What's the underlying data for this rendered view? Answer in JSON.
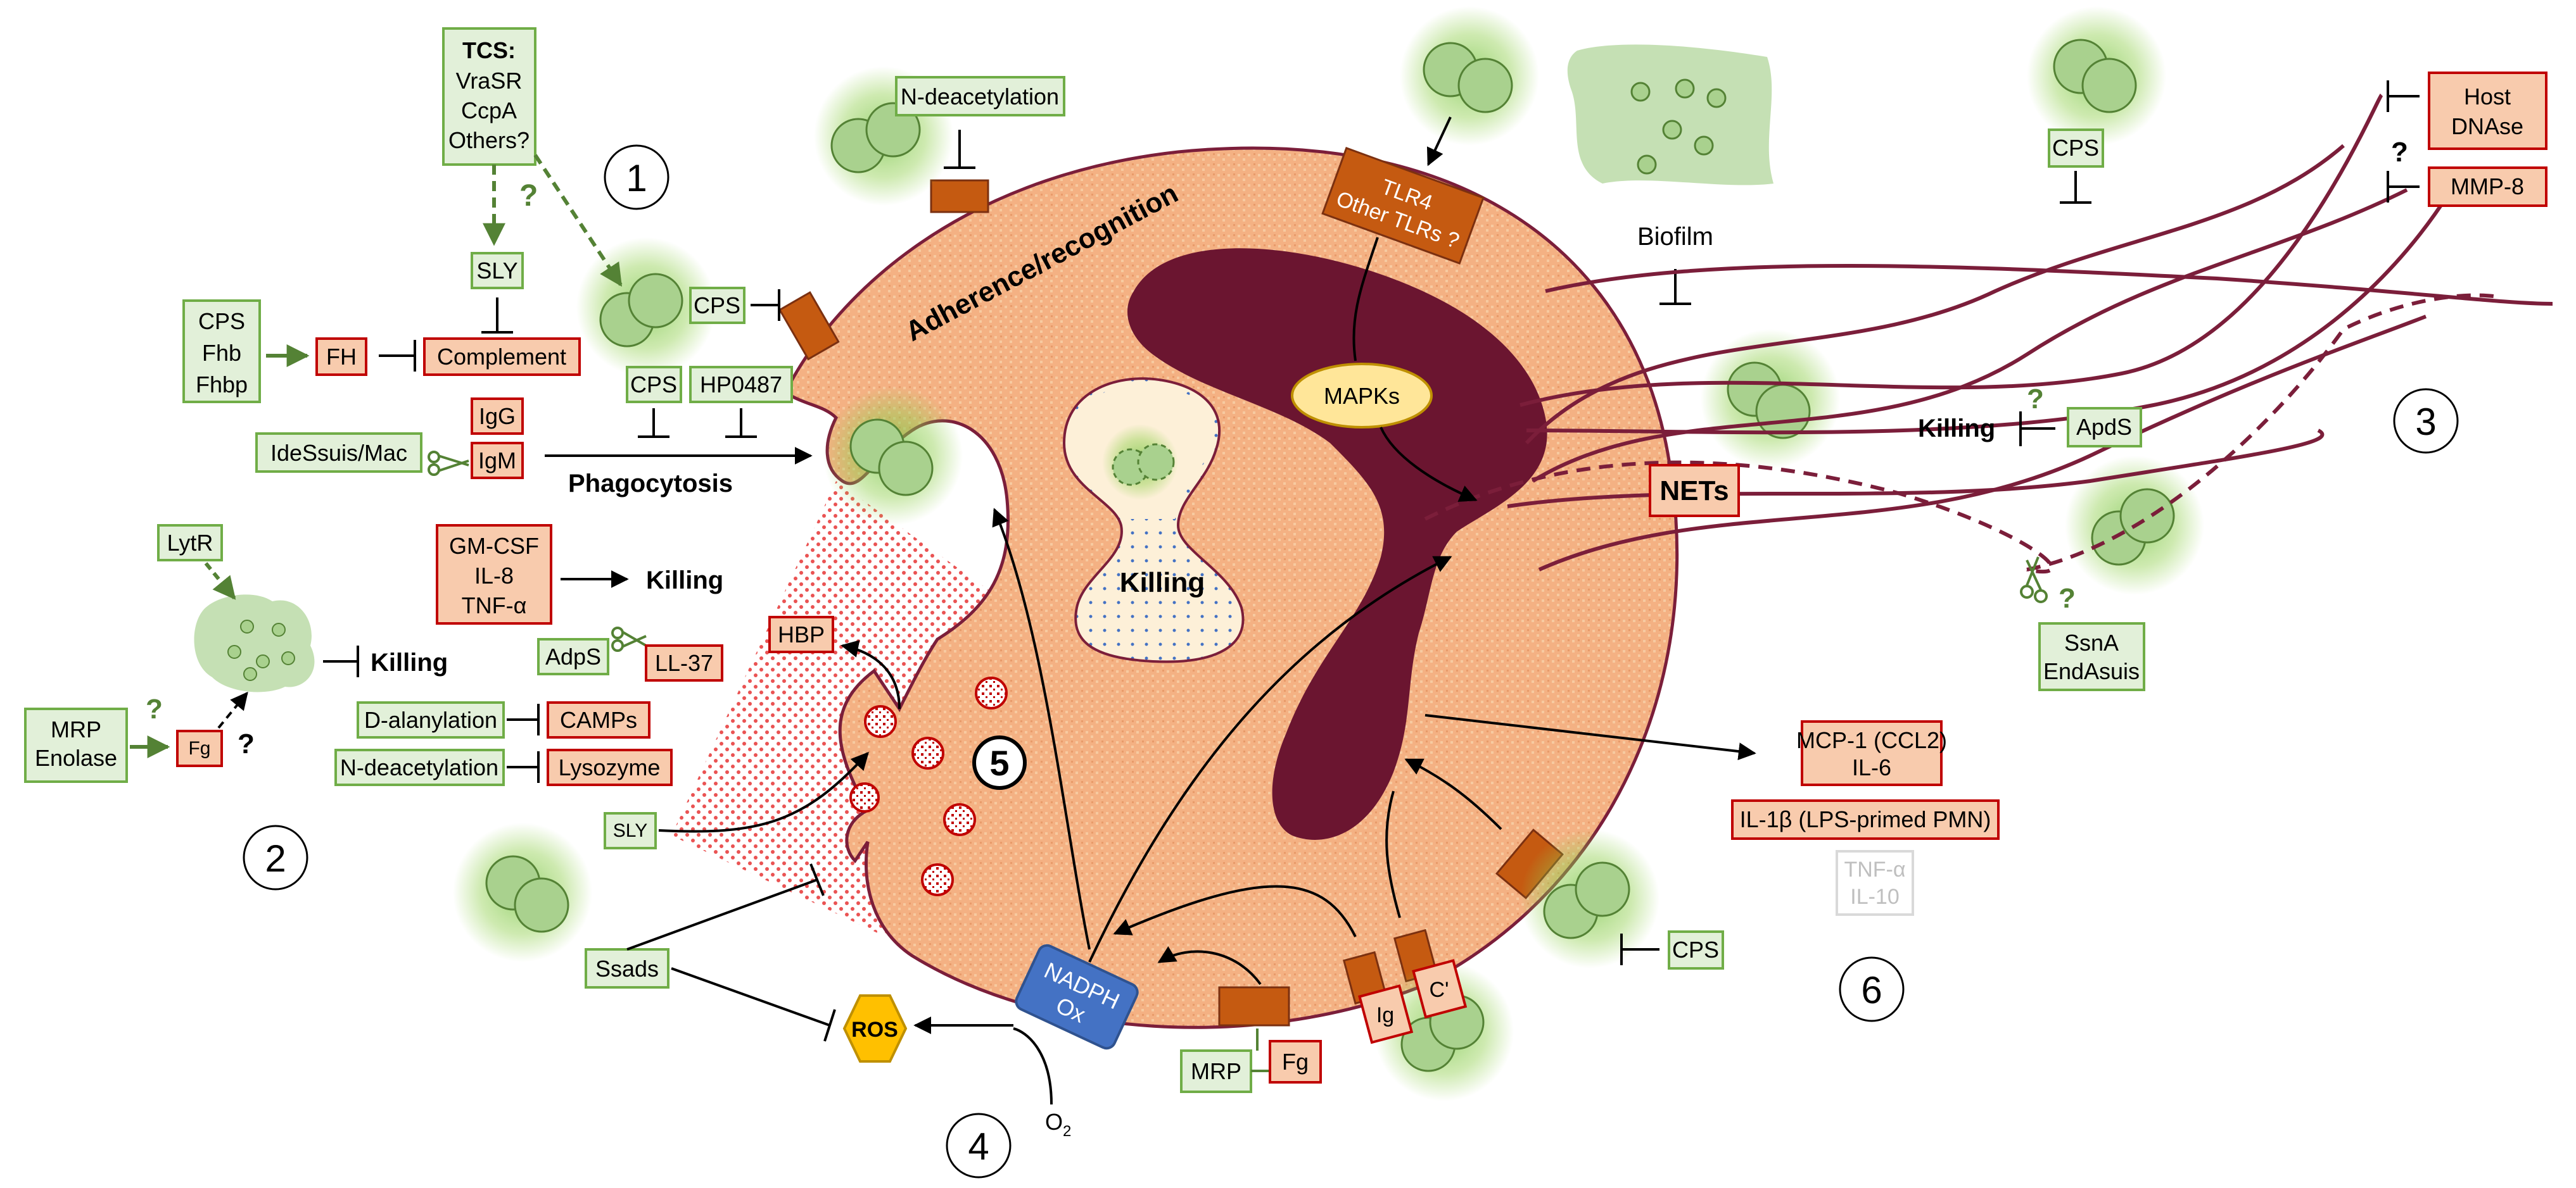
{
  "cell": {
    "adherence": "Adherence/recognition",
    "phagosome_killing": "Killing",
    "mapks": "MAPKs",
    "nadph": [
      "NADPH",
      "Ox"
    ],
    "ros": "ROS",
    "o2": "O",
    "o2_sub": "2",
    "granule_step": "5",
    "ig": "Ig",
    "c": "C'"
  },
  "steps": [
    "1",
    "2",
    "3",
    "4",
    "5",
    "6"
  ],
  "tcs": {
    "title": "TCS:",
    "lines": [
      "VraSR",
      "CcpA",
      "Others?"
    ]
  },
  "labels": {
    "n_deacetylation_top": "N-deacetylation",
    "sly": "SLY",
    "cps_fhb_fhbp": [
      "CPS",
      "Fhb",
      "Fhbp"
    ],
    "fh": "FH",
    "complement": "Complement",
    "cps_adh": "CPS",
    "cps_phago": "CPS",
    "hp0487": "HP0487",
    "igg": "IgG",
    "igm": "IgM",
    "idessuis": "IdeSsuis/Mac",
    "phagocytosis": "Phagocytosis",
    "lytr": "LytR",
    "biofilm_killing": "Killing",
    "mrp_enolase": [
      "MRP",
      "Enolase"
    ],
    "fg": "Fg",
    "question": "?",
    "cytokines": [
      "GM-CSF",
      "IL-8",
      "TNF-α"
    ],
    "cytokine_killing": "Killing",
    "adps": "AdpS",
    "ll37": "LL-37",
    "hbp": "HBP",
    "d_alanylation": "D-alanylation",
    "camps": "CAMPs",
    "n_deacetylation_lys": "N-deacetylation",
    "lysozyme": "Lysozyme",
    "sly_granule": "SLY",
    "ssads": "Ssads",
    "mrp_bottom": "MRP",
    "fg_bottom": "Fg",
    "tlr": [
      "TLR4",
      "Other TLRs ?"
    ],
    "biofilm": "Biofilm",
    "nets": "NETs",
    "cps_top_right": "CPS",
    "host_dnase": [
      "Host",
      "DNAse"
    ],
    "mmp8": "MMP-8",
    "killing_nets": "Killing",
    "apds": "ApdS",
    "ssna_endasuis": [
      "SsnA",
      "EndAsuis"
    ],
    "mcp1_il6": [
      "MCP-1 (CCL2)",
      "IL-6"
    ],
    "il1b": "IL-1β (LPS-primed PMN)",
    "tnfa_il10": [
      "TNF-α",
      "IL-10"
    ],
    "cps_bottom_right": "CPS"
  },
  "colors": {
    "cell_fill": "#f4b183",
    "nucleus": "#6b1530",
    "green_box": "#e2f0d9",
    "green_border": "#70ad47",
    "red_box": "#f8cbad",
    "red_border": "#c00000",
    "receptor": "#c55a11",
    "ros": "#ffc000",
    "nadph": "#4472c4",
    "mapk": "#ffe699"
  }
}
